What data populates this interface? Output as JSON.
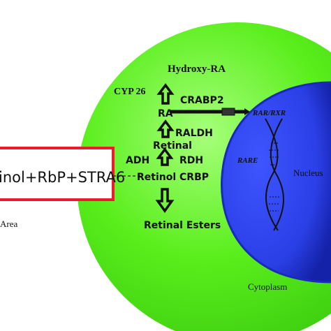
{
  "colors": {
    "cell": "#5aee1c",
    "cell_highlight": "#a6ff7a",
    "nucleus": "#2b3fe6",
    "nucleus_dark": "#1322a8",
    "box_border": "#e81c2a",
    "arrow": "#111111"
  },
  "labels": {
    "hydroxy_ra": "Hydroxy-RA",
    "cyp26": "CYP 26",
    "crabp2": "CRABP2",
    "ra": "RA",
    "rar_rxr": "RAR/RXR",
    "raldh": "RALDH",
    "retinal": "Retinal",
    "adh": "ADH",
    "rdh": "RDH",
    "retinol_crbp": "Retinol CRBP",
    "retinal_esters": "Retinal Esters",
    "rare": "RARE",
    "nucleus": "Nucleus",
    "cytoplasm": "Cytoplasm",
    "box_text": "inol+RbP+STRA6",
    "area": "Area"
  },
  "icons": [
    "up-arrow-icon",
    "down-arrow-icon",
    "connector-pin-icon",
    "dna-helix-icon"
  ]
}
